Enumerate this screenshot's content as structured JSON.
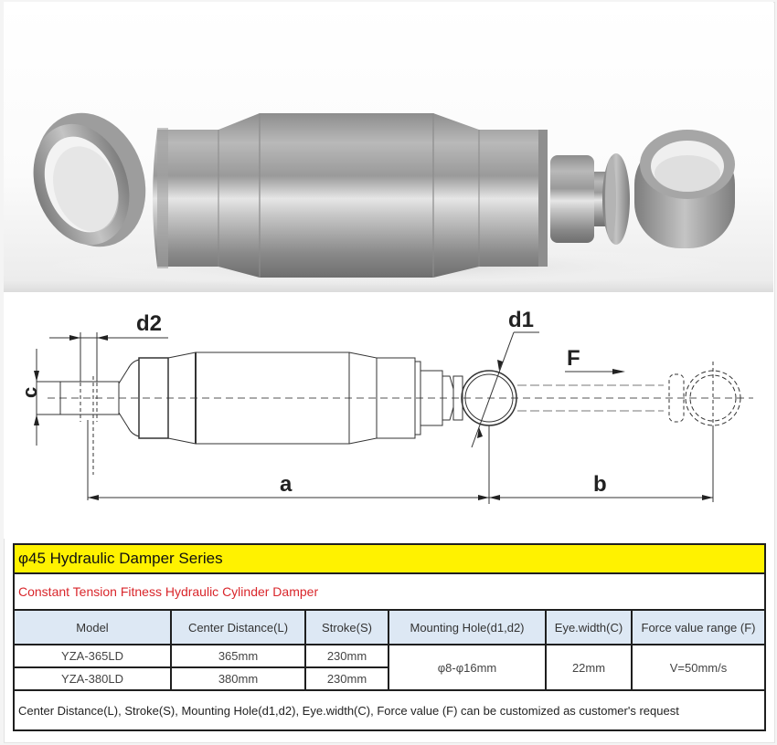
{
  "product_photo": {
    "alt": "Hydraulic damper product render",
    "description": "Silver cylindrical damper with mounting eye rings at both ends"
  },
  "drawing": {
    "labels": {
      "d2": "d2",
      "d1": "d1",
      "c": "c",
      "f": "F",
      "a": "a",
      "b": "b"
    }
  },
  "table": {
    "title": "φ45 Hydraulic Damper Series",
    "subtitle": "Constant Tension Fitness Hydraulic Cylinder Damper",
    "columns": [
      "Model",
      "Center Distance(L)",
      "Stroke(S)",
      "Mounting Hole(d1,d2)",
      "Eye.width(C)",
      "Force value range (F)"
    ],
    "rows": [
      {
        "model": "YZA-365LD",
        "center_distance": "365mm",
        "stroke": "230mm"
      },
      {
        "model": "YZA-380LD",
        "center_distance": "380mm",
        "stroke": "230mm"
      }
    ],
    "shared": {
      "mounting_hole": "φ8-φ16mm",
      "eye_width": "22mm",
      "force_value": "V=50mm/s"
    },
    "note": "Center Distance(L), Stroke(S), Mounting Hole(d1,d2), Eye.width(C), Force value (F) can be customized as customer's request"
  },
  "colors": {
    "title_bg": "#fff200",
    "subtitle_text": "#d9262b",
    "header_bg": "#dde8f4",
    "border": "#1f1f1f"
  }
}
